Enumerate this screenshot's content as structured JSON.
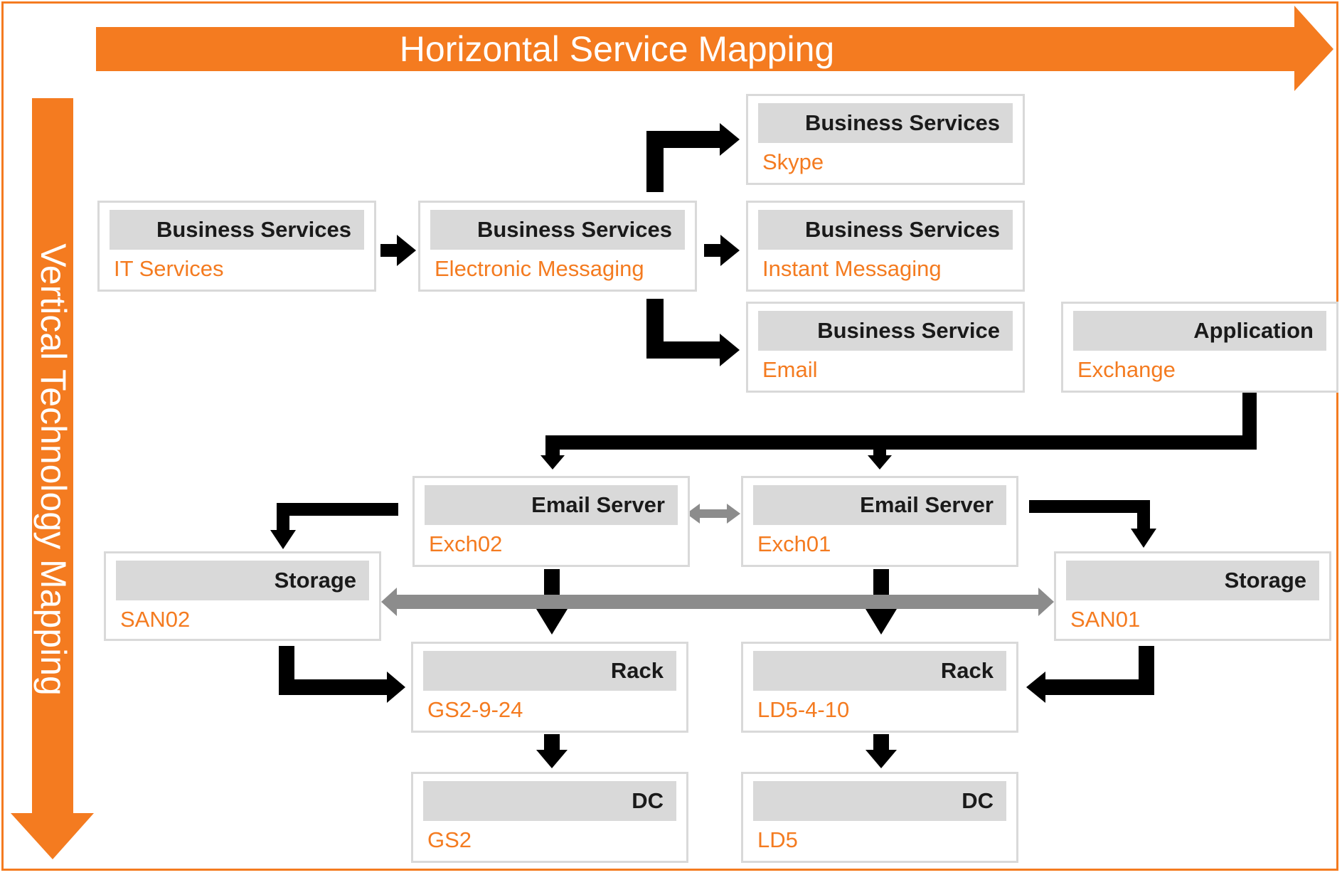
{
  "colors": {
    "accent": "#f47b20",
    "header_bg": "#d9d9d9",
    "arrow": "#000000",
    "link": "#8c8c8c"
  },
  "banners": {
    "horizontal": "Horizontal Service Mapping",
    "vertical": "Vertical Technology Mapping"
  },
  "nodes": {
    "it_services": {
      "type": "Business Services",
      "name": "IT Services"
    },
    "electronic_messaging": {
      "type": "Business Services",
      "name": "Electronic Messaging"
    },
    "skype": {
      "type": "Business Services",
      "name": "Skype"
    },
    "instant_messaging": {
      "type": "Business Services",
      "name": "Instant Messaging"
    },
    "email": {
      "type": "Business Service",
      "name": "Email"
    },
    "exchange": {
      "type": "Application",
      "name": "Exchange"
    },
    "exch02": {
      "type": "Email Server",
      "name": "Exch02"
    },
    "exch01": {
      "type": "Email Server",
      "name": "Exch01"
    },
    "san02": {
      "type": "Storage",
      "name": "SAN02"
    },
    "san01": {
      "type": "Storage",
      "name": "SAN01"
    },
    "rack_gs2": {
      "type": "Rack",
      "name": "GS2-9-24"
    },
    "rack_ld5": {
      "type": "Rack",
      "name": "LD5-4-10"
    },
    "dc_gs2": {
      "type": "DC",
      "name": "GS2"
    },
    "dc_ld5": {
      "type": "DC",
      "name": "LD5"
    }
  }
}
